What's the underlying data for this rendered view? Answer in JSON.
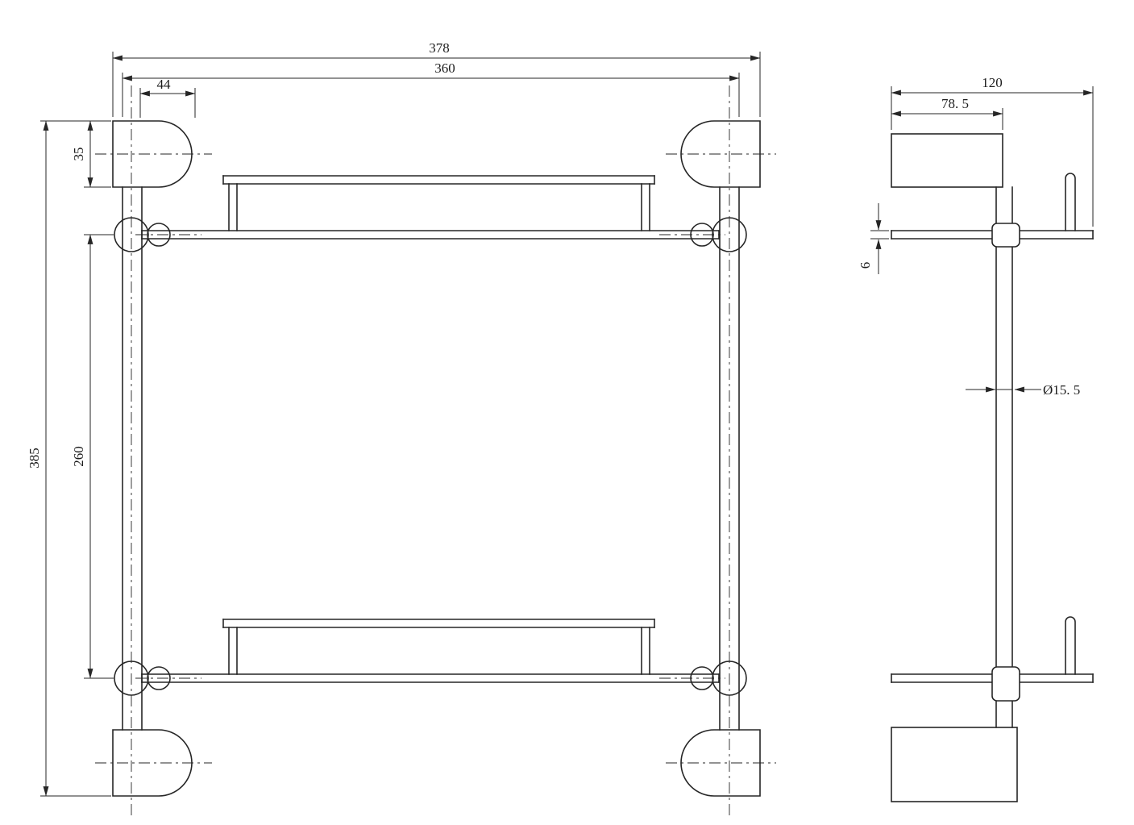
{
  "drawing": {
    "background": "#ffffff",
    "line_color": "#262626",
    "views": {
      "front": {
        "label": "front-view",
        "dimensions": {
          "overall_width": "378",
          "mount_span": "360",
          "cap_width": "44",
          "cap_height": "35",
          "overall_height": "385",
          "shelf_spacing": "260"
        }
      },
      "side": {
        "label": "side-view",
        "dimensions": {
          "overall_depth": "120",
          "bracket_depth": "78. 5",
          "glass_thickness": "6",
          "post_diameter": "Ø15. 5"
        }
      }
    }
  }
}
